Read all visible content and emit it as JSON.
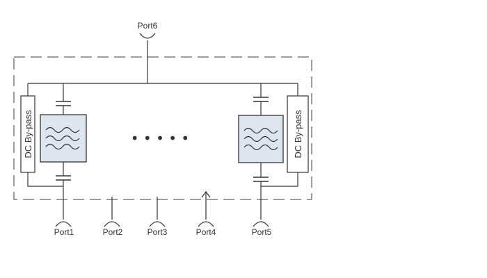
{
  "diagram": {
    "ports": {
      "p1": "Port1",
      "p2": "Port2",
      "p3": "Port3",
      "p4": "Port4",
      "p5": "Port5",
      "p6": "Port6"
    },
    "bypass_label": "DC By-pass",
    "ellipsis": "• • • • •",
    "colors": {
      "line": "#333333",
      "dashed_border": "#666666",
      "filter_fill": "#dde6f0"
    }
  }
}
